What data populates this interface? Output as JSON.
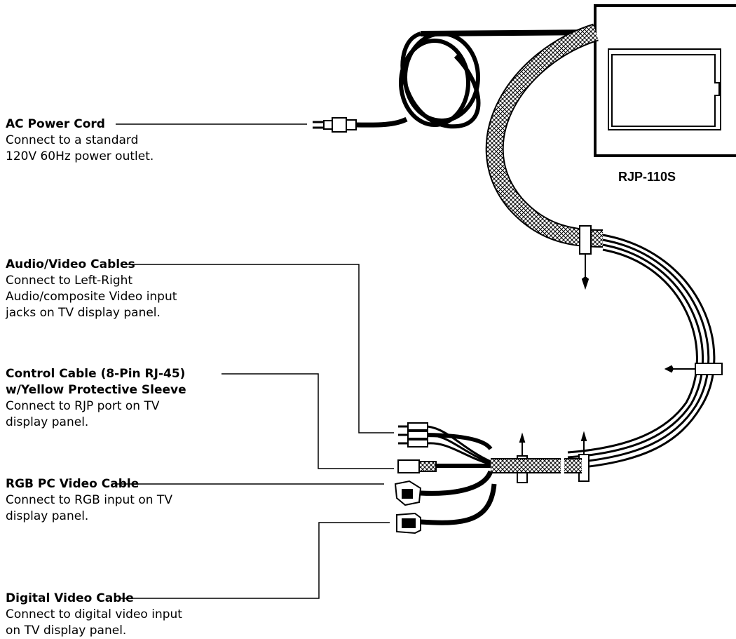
{
  "device": {
    "name": "RJP-110S"
  },
  "callouts": {
    "power": {
      "title": "AC Power Cord",
      "desc_lines": [
        "Connect to a standard",
        "120V 60Hz power outlet."
      ]
    },
    "av": {
      "title": "Audio/Video Cables",
      "desc_lines": [
        "Connect to Left-Right",
        "Audio/composite Video input",
        "jacks on TV display panel."
      ]
    },
    "control": {
      "title_lines": [
        "Control Cable (8-Pin RJ-45)",
        "w/Yellow Protective Sleeve"
      ],
      "desc_lines": [
        "Connect to RJP port on TV",
        "display panel."
      ]
    },
    "rgb": {
      "title": "RGB PC Video Cable",
      "desc_lines": [
        "Connect to RGB input on TV",
        "display panel."
      ]
    },
    "digital": {
      "title": "Digital Video Cable",
      "desc_lines": [
        "Connect to digital video input",
        "on TV display panel."
      ]
    }
  },
  "colors": {
    "line": "#000000",
    "background": "#ffffff"
  }
}
